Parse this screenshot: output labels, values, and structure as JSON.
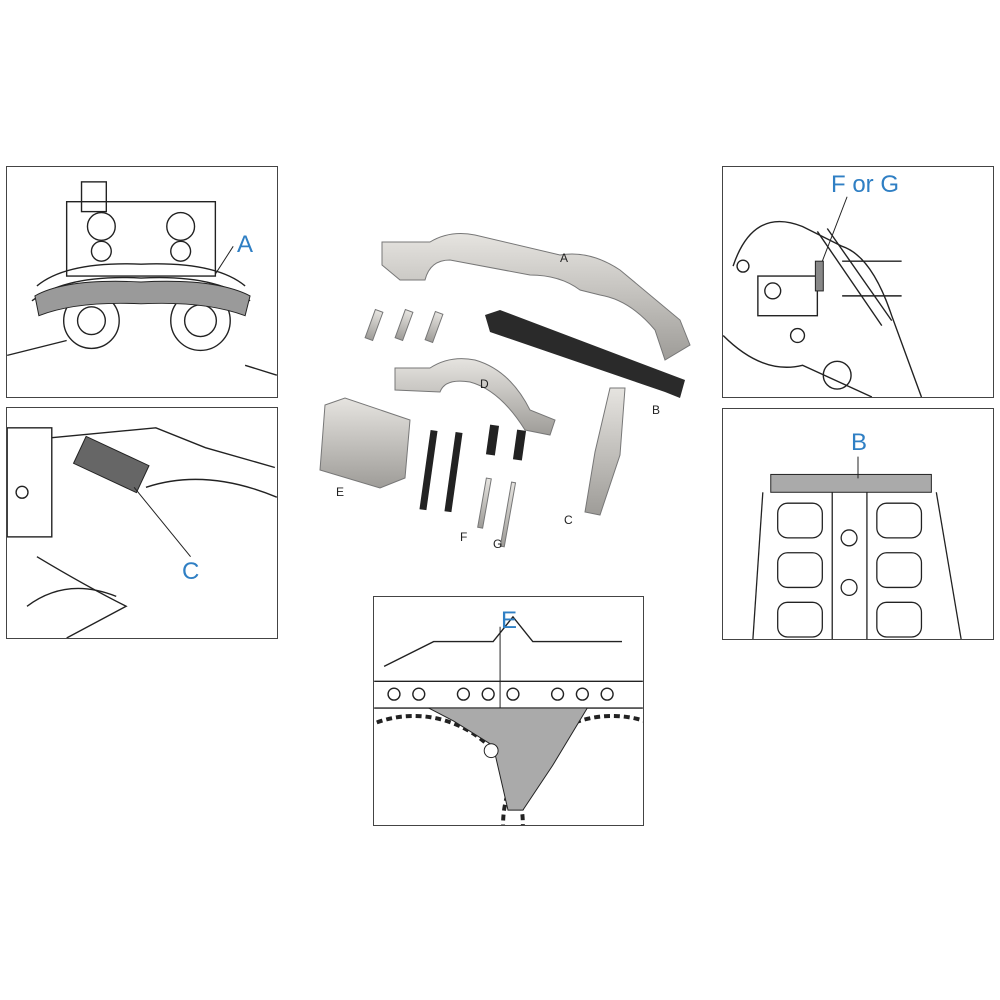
{
  "panels": {
    "top_left": {
      "label": "A"
    },
    "mid_left": {
      "label": "C"
    },
    "top_right": {
      "label": "F or G"
    },
    "mid_right": {
      "label": "B"
    },
    "bottom_center": {
      "label": "E"
    }
  },
  "tools": {
    "A": "A",
    "B": "B",
    "C": "C",
    "D": "D",
    "E": "E",
    "F": "F",
    "G": "G"
  },
  "colors": {
    "label_blue": "#2f7fc4",
    "metal": "#c9c7c2",
    "black_plate": "#2a2a2a"
  }
}
